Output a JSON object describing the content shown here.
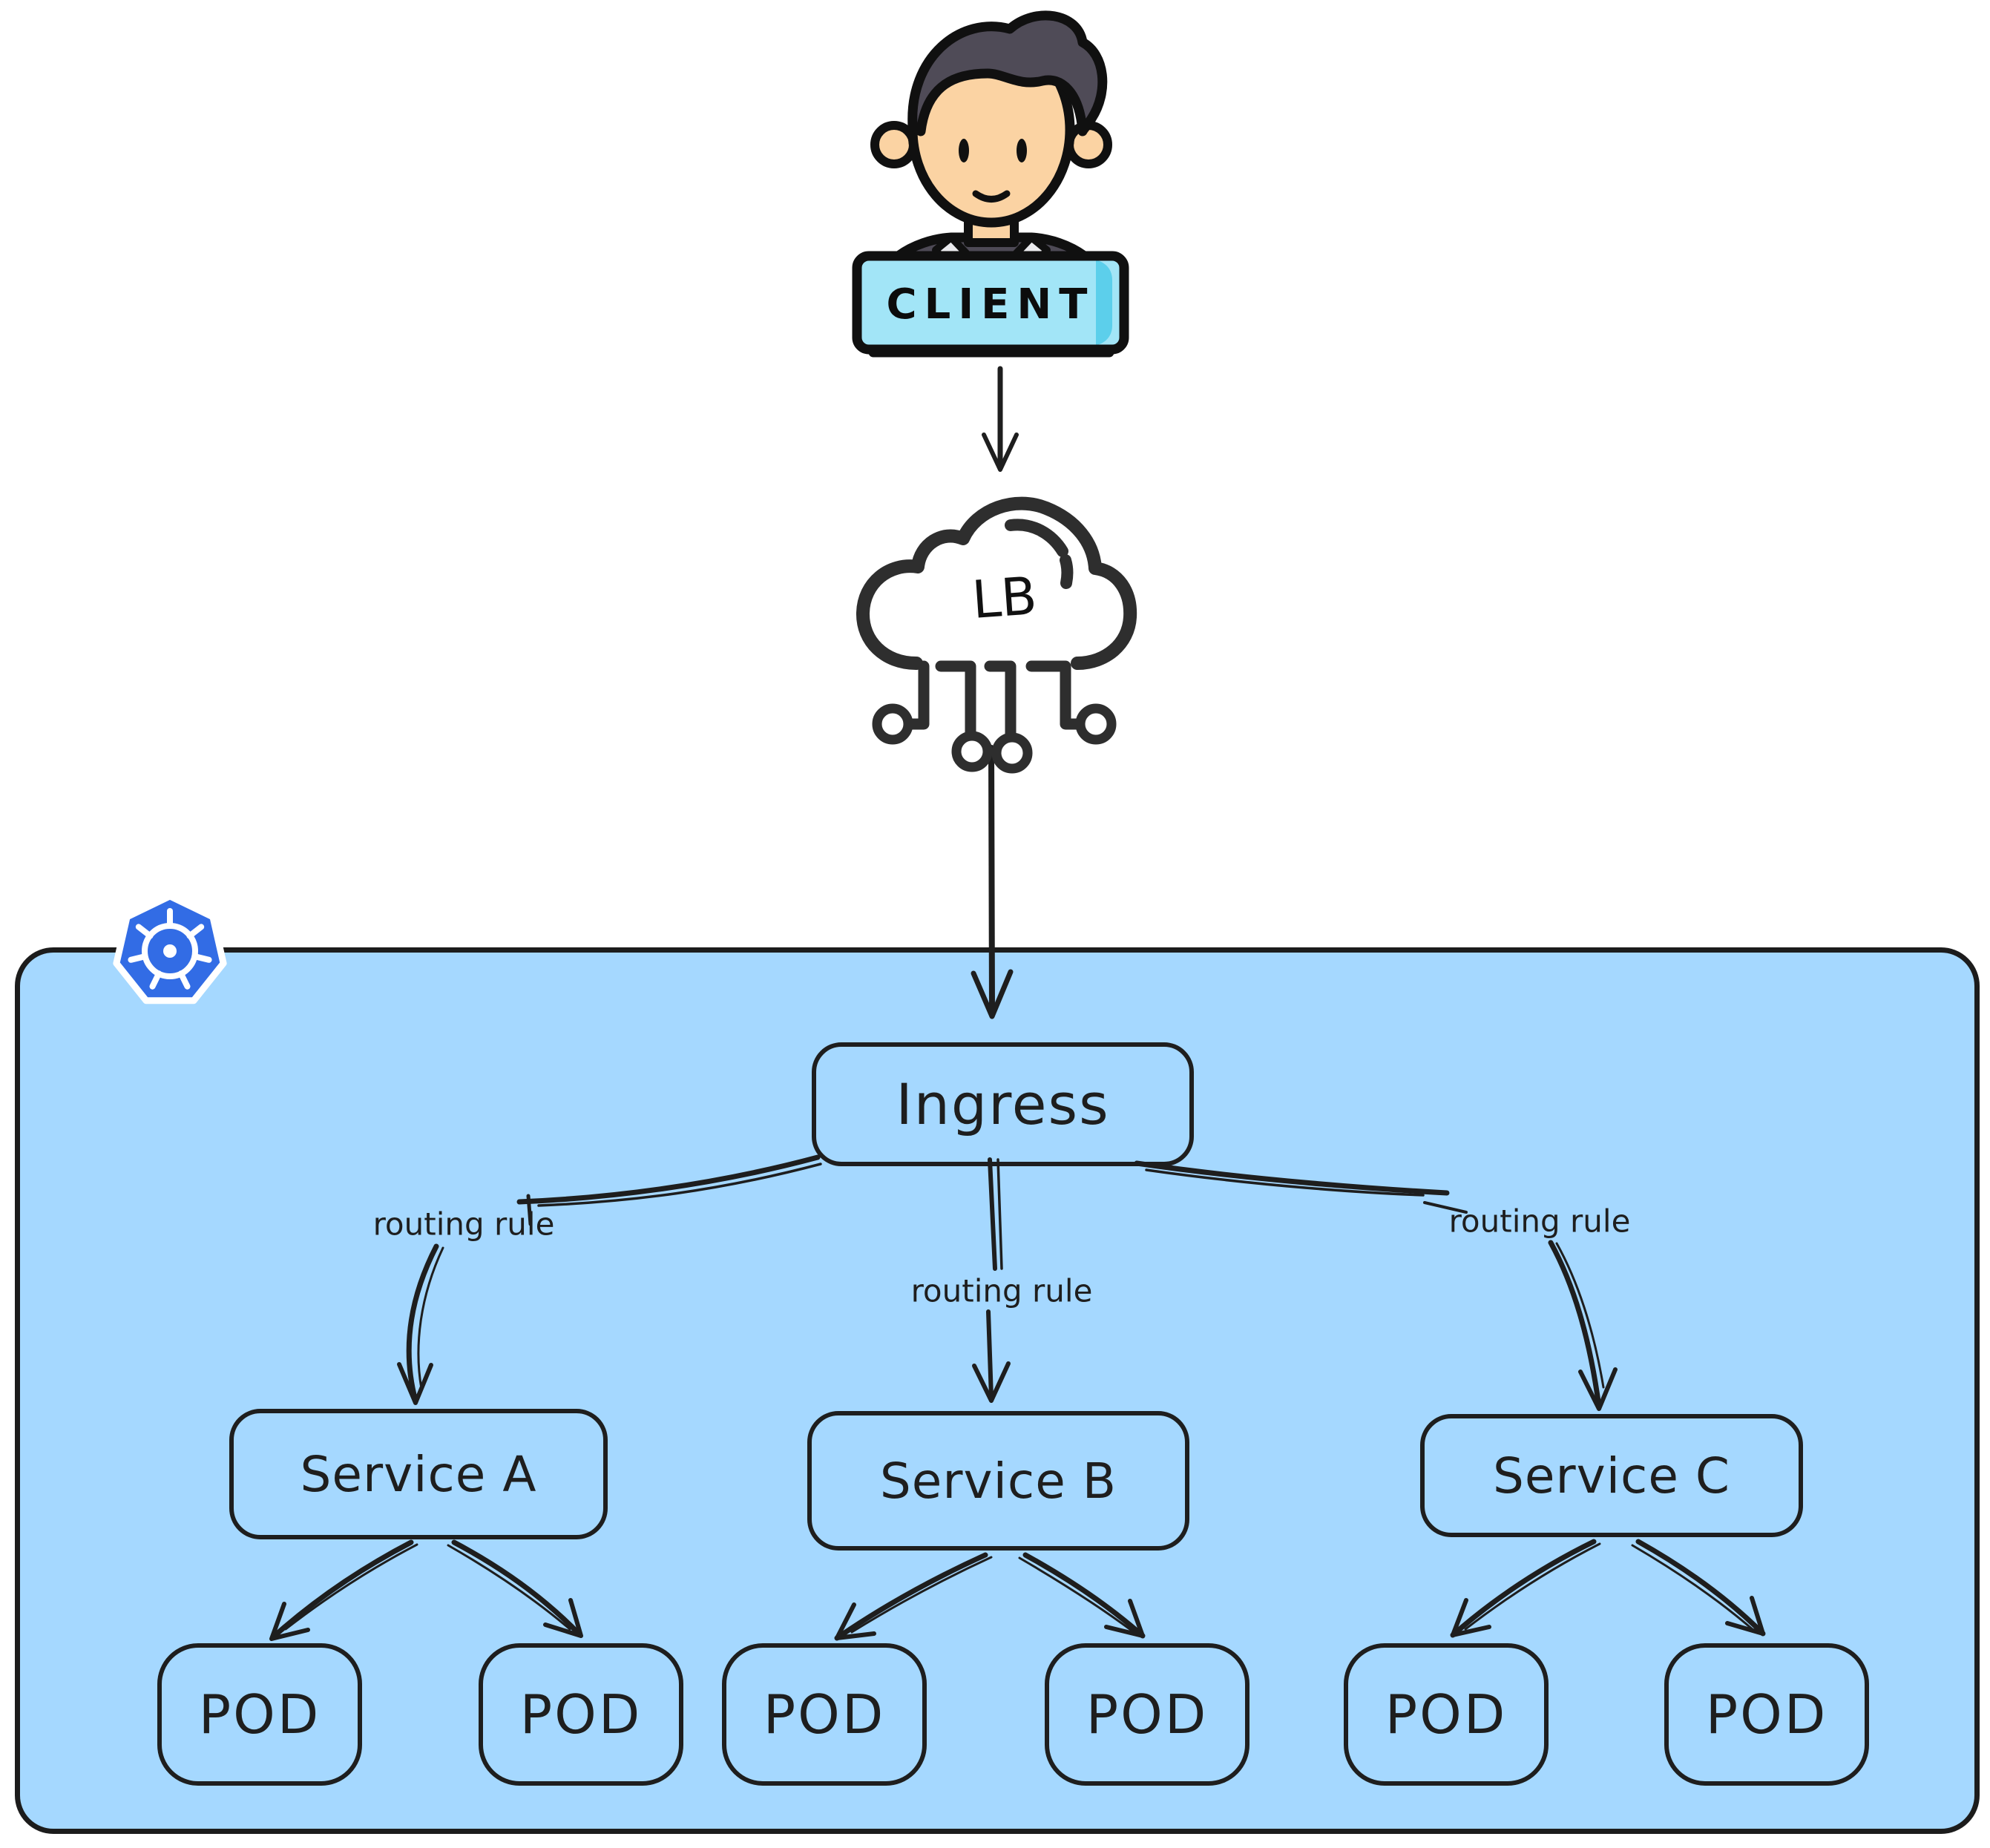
{
  "diagram": {
    "client": {
      "label": "CLIENT"
    },
    "load_balancer": {
      "label": "LB"
    },
    "ingress": {
      "label": "Ingress"
    },
    "routing_rules": [
      "routing rule",
      "routing rule",
      "routing rule"
    ],
    "services": [
      {
        "label": "Service A"
      },
      {
        "label": "Service B"
      },
      {
        "label": "Service C"
      }
    ],
    "pods": [
      "POD",
      "POD",
      "POD",
      "POD",
      "POD",
      "POD"
    ],
    "colors": {
      "cluster_fill": "#a5d8ff",
      "line_stroke": "#1e1e1e",
      "kubernetes_blue": "#326ce5",
      "client_banner_fill": "#a2e5f7",
      "client_banner_shade": "#5ccfeb",
      "skin": "#fbd3a3",
      "hair": "#4f4b57",
      "shirt": "#4e4a56",
      "collar": "#ebebee",
      "lb_stroke": "#2e2e2e"
    }
  }
}
